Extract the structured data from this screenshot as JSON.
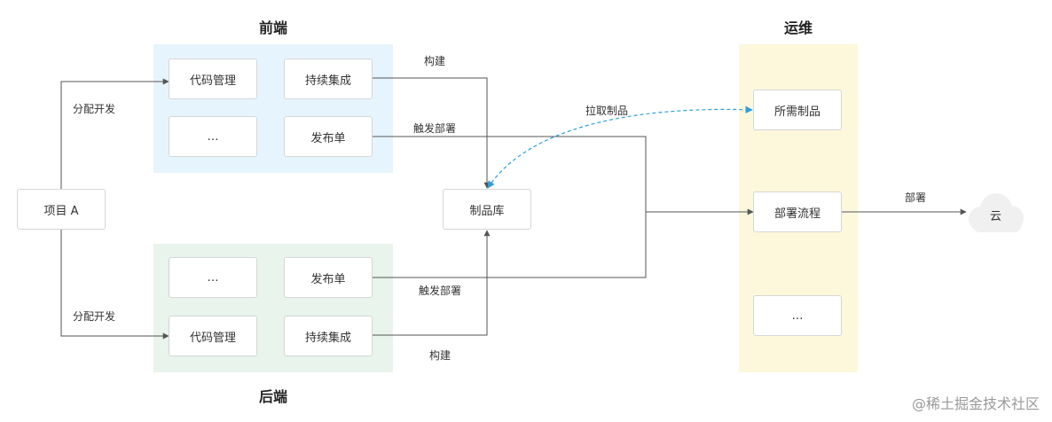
{
  "colors": {
    "frontend_group": "#e6f4fd",
    "backend_group": "#e8f4ec",
    "ops_group": "#fdf7dc",
    "line": "#555555",
    "dashed": "#2f9fd8",
    "cloud": "#f0f0f0"
  },
  "project": {
    "label": "项目 A"
  },
  "frontend": {
    "title": "前端",
    "items": [
      "代码管理",
      "持续集成",
      "…",
      "发布单"
    ]
  },
  "backend": {
    "title": "后端",
    "items": [
      "…",
      "发布单",
      "代码管理",
      "持续集成"
    ]
  },
  "ops": {
    "title": "运维",
    "items": [
      "所需制品",
      "部署流程",
      "…"
    ]
  },
  "artifact_repo": {
    "label": "制品库"
  },
  "cloud": {
    "label": "云",
    "icon": "cloud-icon"
  },
  "edges": {
    "assign_dev_top": "分配开发",
    "assign_dev_bottom": "分配开发",
    "build_top": "构建",
    "build_bottom": "构建",
    "trigger_deploy_top": "触发部署",
    "trigger_deploy_bottom": "触发部署",
    "pull_artifact": "拉取制品",
    "deploy": "部署"
  },
  "watermark": "@稀土掘金技术社区"
}
